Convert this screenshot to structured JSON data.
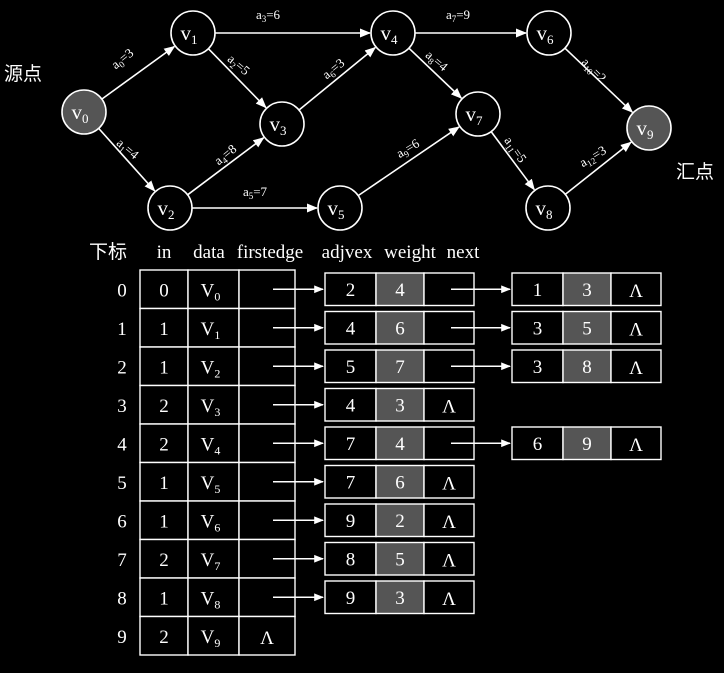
{
  "graph": {
    "source_label": "源点",
    "sink_label": "汇点",
    "nodes": [
      {
        "id": "v0",
        "base": "V",
        "sub": "0",
        "highlighted": true
      },
      {
        "id": "v1",
        "base": "V",
        "sub": "1",
        "highlighted": false
      },
      {
        "id": "v2",
        "base": "V",
        "sub": "2",
        "highlighted": false
      },
      {
        "id": "v3",
        "base": "V",
        "sub": "3",
        "highlighted": false
      },
      {
        "id": "v4",
        "base": "V",
        "sub": "4",
        "highlighted": false
      },
      {
        "id": "v5",
        "base": "V",
        "sub": "5",
        "highlighted": false
      },
      {
        "id": "v6",
        "base": "V",
        "sub": "6",
        "highlighted": false
      },
      {
        "id": "v7",
        "base": "V",
        "sub": "7",
        "highlighted": false
      },
      {
        "id": "v8",
        "base": "V",
        "sub": "8",
        "highlighted": false
      },
      {
        "id": "v9",
        "base": "V",
        "sub": "9",
        "highlighted": true
      }
    ],
    "edges": [
      {
        "from": "v0",
        "to": "v1",
        "name": "a",
        "sub": "0",
        "weight": "3"
      },
      {
        "from": "v0",
        "to": "v2",
        "name": "a",
        "sub": "1",
        "weight": "4"
      },
      {
        "from": "v1",
        "to": "v3",
        "name": "a",
        "sub": "2",
        "weight": "5"
      },
      {
        "from": "v1",
        "to": "v4",
        "name": "a",
        "sub": "3",
        "weight": "6"
      },
      {
        "from": "v2",
        "to": "v3",
        "name": "a",
        "sub": "4",
        "weight": "8"
      },
      {
        "from": "v2",
        "to": "v5",
        "name": "a",
        "sub": "5",
        "weight": "7"
      },
      {
        "from": "v3",
        "to": "v4",
        "name": "a",
        "sub": "6",
        "weight": "3"
      },
      {
        "from": "v4",
        "to": "v6",
        "name": "a",
        "sub": "7",
        "weight": "9"
      },
      {
        "from": "v4",
        "to": "v7",
        "name": "a",
        "sub": "8",
        "weight": "4"
      },
      {
        "from": "v5",
        "to": "v7",
        "name": "a",
        "sub": "9",
        "weight": "6"
      },
      {
        "from": "v6",
        "to": "v9",
        "name": "a",
        "sub": "10",
        "weight": "2"
      },
      {
        "from": "v7",
        "to": "v8",
        "name": "a",
        "sub": "11",
        "weight": "5"
      },
      {
        "from": "v8",
        "to": "v9",
        "name": "a",
        "sub": "12",
        "weight": "3"
      }
    ]
  },
  "table": {
    "headers": {
      "index": "下标",
      "in": "in",
      "data": "data",
      "firstedge": "firstedge",
      "adjvex": "adjvex",
      "weight": "weight",
      "next": "next"
    },
    "null_symbol": "Λ",
    "rows": [
      {
        "index": "0",
        "in": "0",
        "base": "V",
        "sub": "0",
        "edges": [
          [
            "2",
            "4"
          ],
          [
            "1",
            "3"
          ]
        ]
      },
      {
        "index": "1",
        "in": "1",
        "base": "V",
        "sub": "1",
        "edges": [
          [
            "4",
            "6"
          ],
          [
            "3",
            "5"
          ]
        ]
      },
      {
        "index": "2",
        "in": "1",
        "base": "V",
        "sub": "2",
        "edges": [
          [
            "5",
            "7"
          ],
          [
            "3",
            "8"
          ]
        ]
      },
      {
        "index": "3",
        "in": "2",
        "base": "V",
        "sub": "3",
        "edges": [
          [
            "4",
            "3"
          ]
        ]
      },
      {
        "index": "4",
        "in": "2",
        "base": "V",
        "sub": "4",
        "edges": [
          [
            "7",
            "4"
          ],
          [
            "6",
            "9"
          ]
        ]
      },
      {
        "index": "5",
        "in": "1",
        "base": "V",
        "sub": "5",
        "edges": [
          [
            "7",
            "6"
          ]
        ]
      },
      {
        "index": "6",
        "in": "1",
        "base": "V",
        "sub": "6",
        "edges": [
          [
            "9",
            "2"
          ]
        ]
      },
      {
        "index": "7",
        "in": "2",
        "base": "V",
        "sub": "7",
        "edges": [
          [
            "8",
            "5"
          ]
        ]
      },
      {
        "index": "8",
        "in": "1",
        "base": "V",
        "sub": "8",
        "edges": [
          [
            "9",
            "3"
          ]
        ]
      },
      {
        "index": "9",
        "in": "2",
        "base": "V",
        "sub": "9",
        "edges": []
      }
    ]
  },
  "colors": {
    "background": "#000000",
    "line": "#ffffff",
    "highlight_node": "#555555",
    "weight_cell": "#555555"
  }
}
